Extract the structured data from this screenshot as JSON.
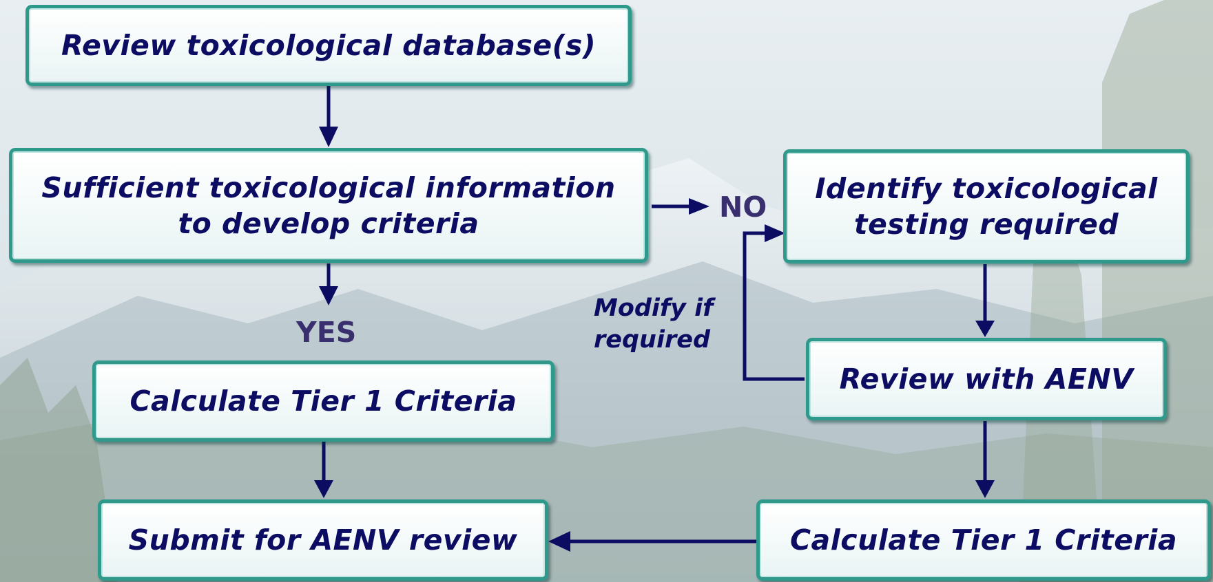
{
  "boxes": {
    "review_db": "Review toxicological database(s)",
    "sufficient": "Sufficient toxicological information\nto develop criteria",
    "identify": "Identify toxicological\ntesting required",
    "review_aenv": "Review with AENV",
    "calc_left": "Calculate Tier 1 Criteria",
    "calc_right": "Calculate Tier 1 Criteria",
    "submit": "Submit for AENV review"
  },
  "labels": {
    "no": "NO",
    "yes": "YES",
    "modify": "Modify if\nrequired"
  },
  "colors": {
    "arrow": "#0c0c62",
    "box_border": "#2f9a8c",
    "box_text": "#0c0c62",
    "label": "#3a2f6e"
  }
}
